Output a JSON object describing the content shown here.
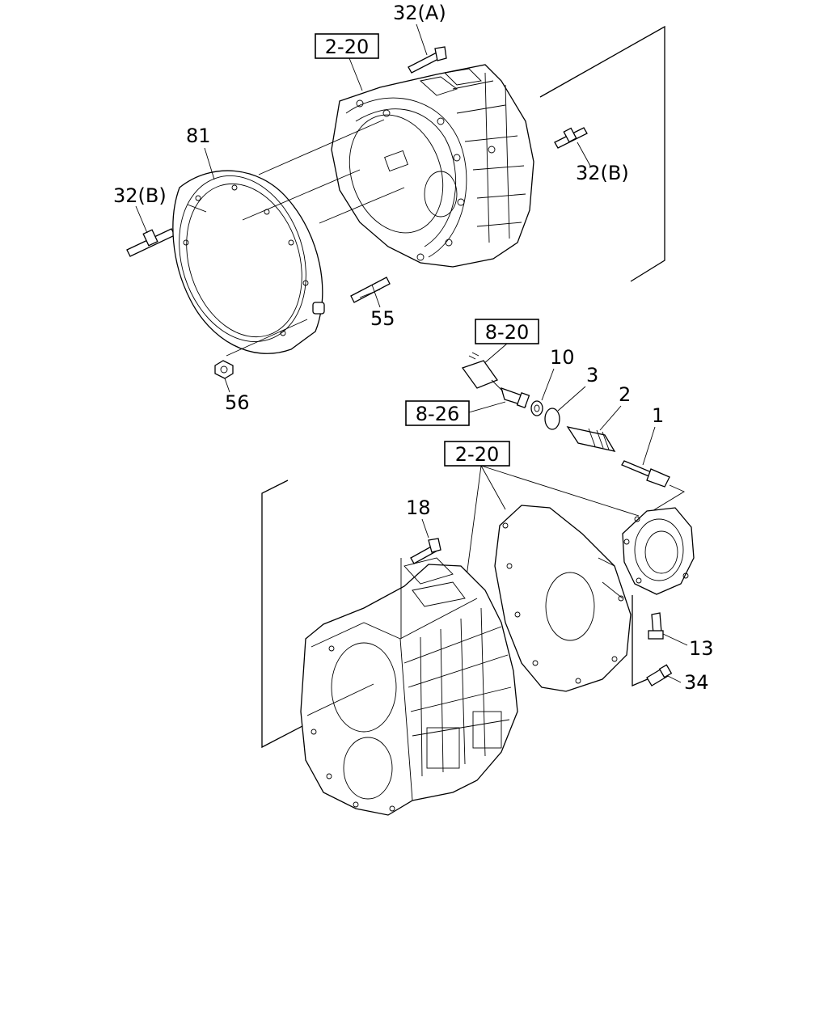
{
  "callouts": {
    "p32a": "32(A)",
    "p32b_left": "32(B)",
    "p32b_right": "32(B)",
    "p81": "81",
    "p55": "55",
    "p56": "56",
    "p10": "10",
    "p3": "3",
    "p2": "2",
    "p1": "1",
    "p18": "18",
    "p13": "13",
    "p34": "34"
  },
  "references": {
    "ref_top": "2-20",
    "ref_820": "8-20",
    "ref_826": "8-26",
    "ref_mid": "2-20"
  }
}
